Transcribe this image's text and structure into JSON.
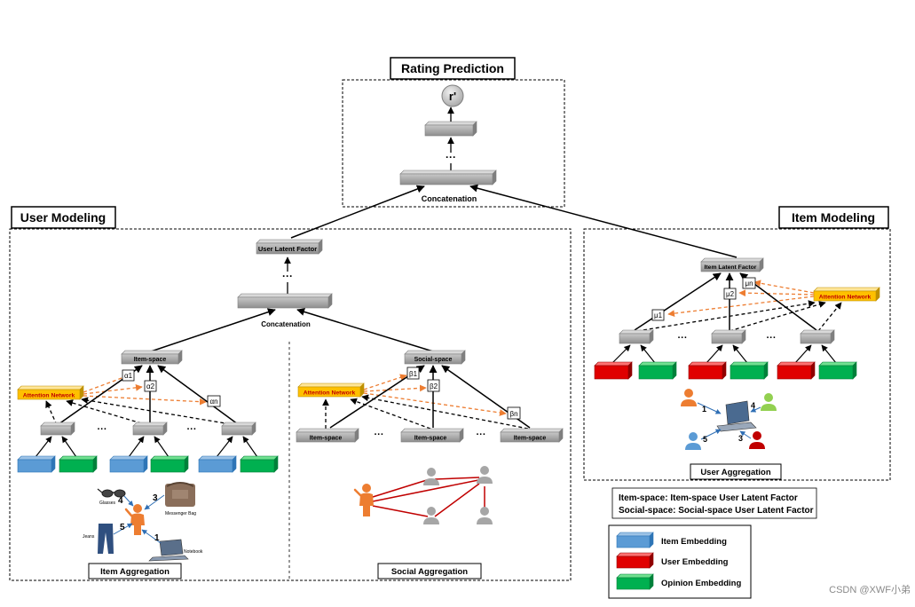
{
  "titles": {
    "rating_prediction": "Rating Prediction",
    "user_modeling": "User Modeling",
    "item_modeling": "Item Modeling"
  },
  "rating": {
    "output": "r'",
    "dots": "···",
    "concatenation": "Concatenation"
  },
  "user_modeling": {
    "latent_factor": "User Latent Factor",
    "dots": "···",
    "concatenation": "Concatenation",
    "item_space": "Item-space",
    "social_space": "Social-space",
    "attention_network": "Attention Network",
    "alpha": [
      "α1",
      "α2",
      "αn"
    ],
    "beta": [
      "β1",
      "β2",
      "βn"
    ],
    "space_nodes": [
      "Item-space",
      "Item-space",
      "Item-space"
    ],
    "ellipsis": "···",
    "item_aggregation": {
      "label": "Item Aggregation",
      "items": [
        "Glasses",
        "Messenger Bag",
        "Jeans",
        "Notebook"
      ],
      "numbers": [
        "4",
        "3",
        "5",
        "1"
      ]
    },
    "social_aggregation": "Social  Aggregation"
  },
  "item_modeling": {
    "latent_factor": "Item Latent Factor",
    "attention_network": "Attention Network",
    "mu": [
      "μ1",
      "μ2",
      "μn"
    ],
    "ellipsis": "···",
    "user_aggregation": {
      "label": "User Aggregation",
      "numbers": [
        "1",
        "4",
        "5",
        "3"
      ]
    }
  },
  "notes": [
    "Item-space:  Item-space User Latent Factor",
    "Social-space: Social-space User Latent Factor"
  ],
  "legend": [
    {
      "label": "Item Embedding",
      "color": "#5b9bd5"
    },
    {
      "label": "User Embedding",
      "color": "#e00000"
    },
    {
      "label": "Opinion Embedding",
      "color": "#00b050"
    }
  ],
  "watermark": "CSDN @XWF小弟",
  "colors": {
    "node_gray": "#a6a6a6",
    "attention": "#ffc000",
    "orange_arrow": "#ed7d31",
    "person_orange": "#ed7d31",
    "person_gray": "#a6a6a6",
    "social_edge": "#c00000"
  }
}
